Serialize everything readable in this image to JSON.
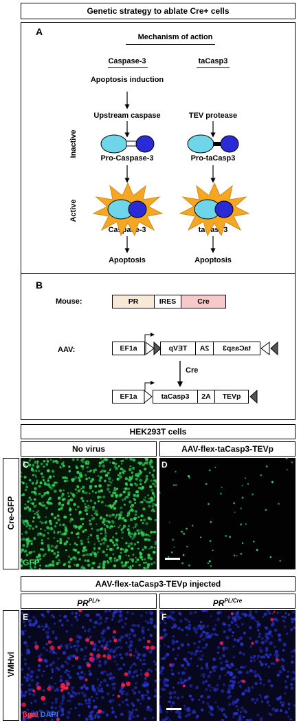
{
  "header": {
    "title": "Genetic strategy to ablate Cre+ cells"
  },
  "panel_a": {
    "label": "A",
    "mechanism": "Mechanism of action",
    "col_left": "Caspase-3",
    "col_right": "taCasp3",
    "apoptosis_induction": "Apoptosis induction",
    "upstream": "Upstream caspase",
    "tev": "TEV protease",
    "inactive": "Inactive",
    "active": "Active",
    "pro_left": "Pro-Caspase-3",
    "pro_right": "Pro-taCasp3",
    "act_left": "Caspase-3",
    "act_right": "taCasp3",
    "apop_left": "Apoptosis",
    "apop_right": "Apoptosis",
    "colors": {
      "light": "#6fd6ea",
      "dark": "#2b2bd6",
      "star": "#f5a623"
    }
  },
  "panel_b": {
    "label": "B",
    "mouse_label": "Mouse:",
    "mouse_pr": "PR",
    "mouse_ires": "IRES",
    "mouse_cre": "Cre",
    "aav_label": "AAV:",
    "ef1a": "EF1a",
    "flipped_tacasp3": "taCasp3",
    "flipped_2a": "2A",
    "flipped_tevp": "TEVp",
    "cre_arrow": "Cre",
    "ef1a_2": "EF1a",
    "tacasp3": "taCasp3",
    "two_a": "2A",
    "tevp": "TEVp",
    "colors": {
      "pr": "#f7e9d6",
      "cre": "#f7c9c9"
    }
  },
  "hek": {
    "title": "HEK293T cells",
    "no_virus": "No virus",
    "aav": "AAV-flex-taCasp3-TEVp",
    "row_label": "Cre-GFP",
    "panel_c": "C",
    "panel_d": "D",
    "gfp": "GFP"
  },
  "vmh": {
    "title": "AAV-flex-taCasp3-TEVp injected",
    "left_base": "PR",
    "left_sup": "PL/+",
    "right_base": "PR",
    "right_sup": "PL/Cre",
    "row_label": "VMHvl",
    "panel_e": "E",
    "panel_f": "F",
    "bgal": "βgal",
    "dapi": "DAPI"
  }
}
